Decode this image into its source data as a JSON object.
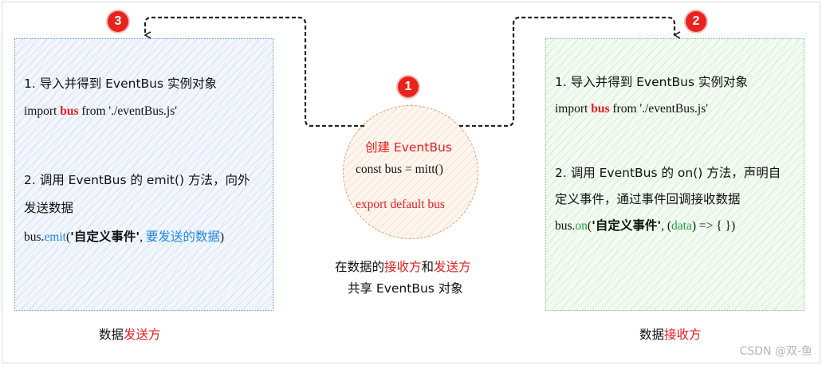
{
  "badges": {
    "b1": "1",
    "b2": "2",
    "b3": "3"
  },
  "sender_box": {
    "step1_line1": "1. 导入并得到 EventBus 实例对象",
    "step1_code": {
      "pre": "import ",
      "bus": "bus",
      "post": " from './eventBus.js'"
    },
    "step2_line1": "2. 调用 EventBus 的 emit() 方法，向外",
    "step2_line2": "发送数据",
    "step2_code": {
      "p1": "bus.",
      "emit": "emit",
      "p2": "(",
      "event": "'自定义事件'",
      "p3": ", ",
      "payload": "要发送的数据",
      "p4": ")"
    },
    "caption_pre": "数据",
    "caption_red": "发送方"
  },
  "center": {
    "create_label": "创建 EventBus",
    "const_line": "const bus = mitt()",
    "export_line": "export default bus",
    "share_pre": "在数据的",
    "share_recv": "接收方",
    "share_and": "和",
    "share_send": "发送方",
    "share_line2": "共享 EventBus 对象"
  },
  "receiver_box": {
    "step1_line1": "1. 导入并得到 EventBus 实例对象",
    "step1_code": {
      "pre": "import ",
      "bus": "bus",
      "post": " from './eventBus.js'"
    },
    "step2_line1": "2. 调用 EventBus 的 on() 方法，声明自",
    "step2_line2": "定义事件，通过事件回调接收数据",
    "step2_code": {
      "p1": "bus.",
      "on": "on",
      "p2": "(",
      "event": "'自定义事件'",
      "p3": ", (",
      "data": "data",
      "p4": ") => { })"
    },
    "caption_pre": "数据",
    "caption_red": "接收方"
  },
  "watermark": "CSDN @双-鱼",
  "colors": {
    "red": "#e02020",
    "blue": "#1e88e5",
    "green": "#22a33a"
  }
}
